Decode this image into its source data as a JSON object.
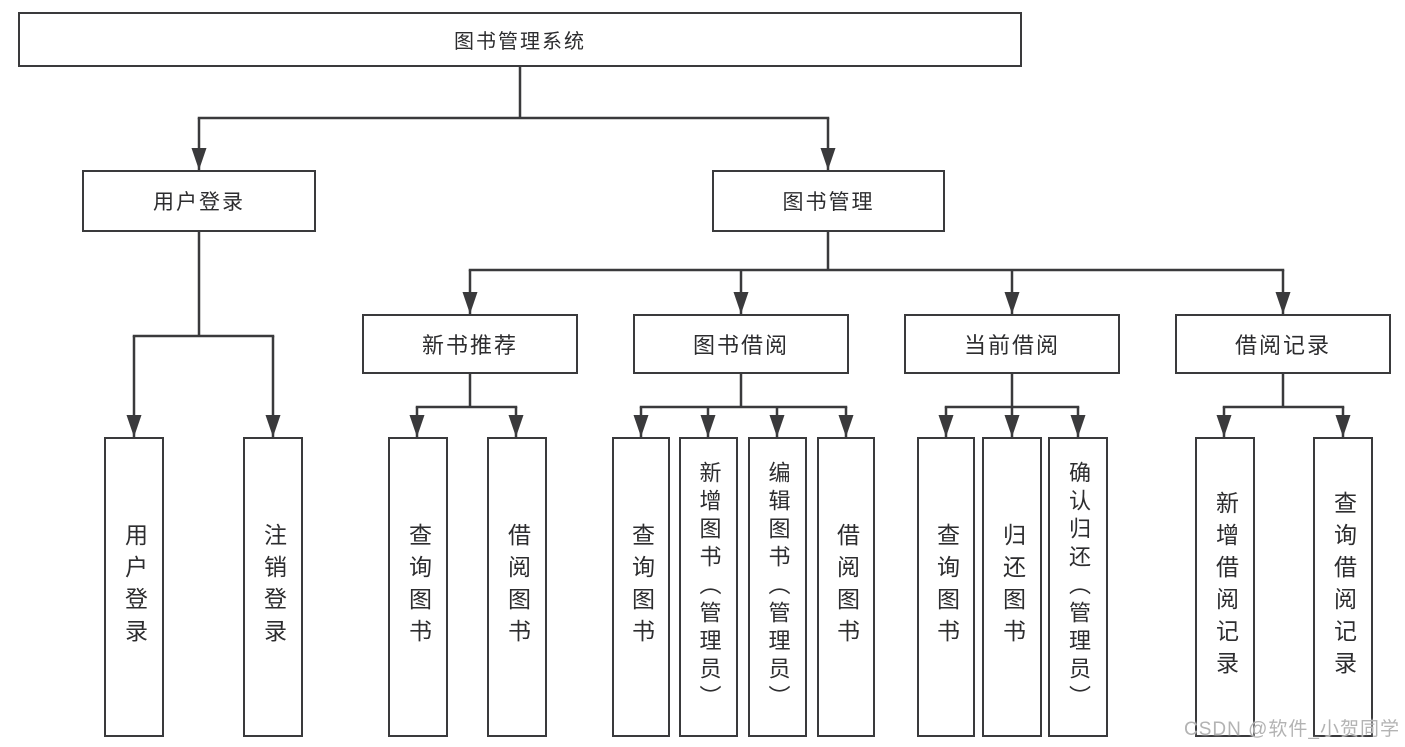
{
  "diagram": {
    "type": "org-tree",
    "root": {
      "label": "图书管理系统"
    },
    "branches": [
      {
        "label": "用户登录",
        "children": [
          {
            "label": "用户登录"
          },
          {
            "label": "注销登录"
          }
        ]
      },
      {
        "label": "图书管理",
        "children": [
          {
            "label": "新书推荐",
            "children": [
              {
                "label": "查询图书"
              },
              {
                "label": "借阅图书"
              }
            ]
          },
          {
            "label": "图书借阅",
            "children": [
              {
                "label": "查询图书"
              },
              {
                "label": "新增图书（管理员）"
              },
              {
                "label": "编辑图书（管理员）"
              },
              {
                "label": "借阅图书"
              }
            ]
          },
          {
            "label": "当前借阅",
            "children": [
              {
                "label": "查询图书"
              },
              {
                "label": "归还图书"
              },
              {
                "label": "确认归还（管理员）"
              }
            ]
          },
          {
            "label": "借阅记录",
            "children": [
              {
                "label": "新增借阅记录"
              },
              {
                "label": "查询借阅记录"
              }
            ]
          }
        ]
      }
    ]
  },
  "watermark": {
    "text": "CSDN @软件_小贺同学"
  },
  "colors": {
    "line": "#3a3a3c",
    "text": "#2d2d2f",
    "watermark": "#b3b3b3",
    "background": "#ffffff"
  }
}
